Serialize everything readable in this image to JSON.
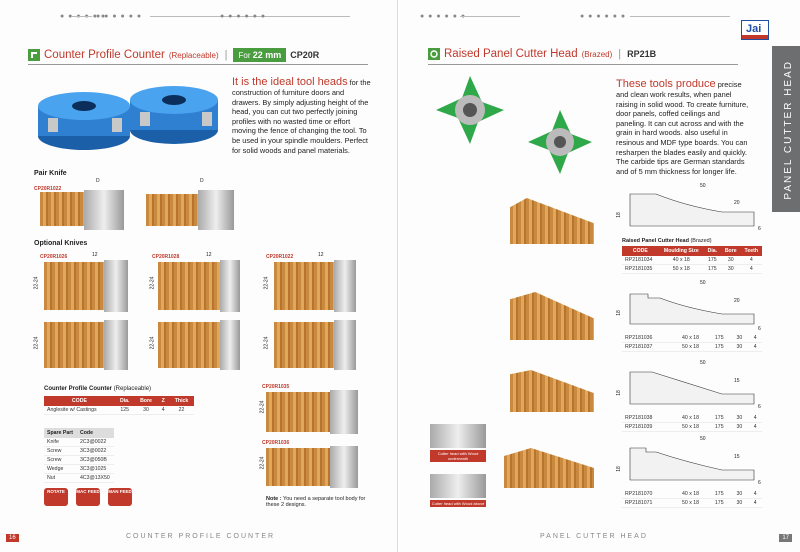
{
  "left": {
    "title": "Counter Profile Counter",
    "title_sub": "(Replaceable)",
    "for_prefix": "For",
    "for_size": "22 mm",
    "code": "CP20R",
    "description_lead": "It is the ideal tool heads",
    "description_rest": " for the construction of furniture doors and drawers. By simply adjusting height of the head, you can cut two perfectly joining profiles with no wasted time or effort moving the fence of changing the tool. To be used in your spindle moulders. Perfect for solid woods and panel materials.",
    "pair_knife_label": "Pair Knife",
    "pair_code": "CP20R1022",
    "optional_label": "Optional Knives",
    "optional_codes": [
      "CP20R1026",
      "CP20R1028",
      "CP20R1022"
    ],
    "extra_codes": [
      "CP20R1035",
      "CP20R1036"
    ],
    "dim_22_24": "22-24",
    "dim_d": "D",
    "dim_12": "12",
    "table_title": "Counter Profile Counter",
    "table_title_sub": "(Replaceable)",
    "table_headers": [
      "CODE",
      "Dia.",
      "Bore",
      "Z",
      "Thick"
    ],
    "table_rows": [
      [
        "Anglesite w/ Castings",
        "125",
        "30",
        "4",
        "22"
      ]
    ],
    "spare_headers": [
      "Spare Part",
      "Code"
    ],
    "spare_rows": [
      [
        "Knife",
        "2C3@0022"
      ],
      [
        "Screw",
        "3C3@0022"
      ],
      [
        "Screw",
        "3C3@050B"
      ],
      [
        "Wedge",
        "3C3@1025"
      ],
      [
        "Nut",
        "4C3@13X50"
      ]
    ],
    "icons": [
      "ROTATE",
      "MAC FEED",
      "MAN FEED"
    ],
    "note_bold": "Note :",
    "note_rest": "You need a separate tool body for these 2 designs.",
    "footer": "COUNTER PROFILE COUNTER",
    "page_no": "16"
  },
  "right": {
    "title": "Raised Panel Cutter Head",
    "title_sub": "(Brazed)",
    "code": "RP21B",
    "description_lead": "These tools produce",
    "description_rest": " precise and clean work results, when panel raising in solid wood. To create furniture, door panels, coffed ceilings and paneling. It can cut across and with the grain in hard woods. also useful in resinous and MDF type boards. You can resharpen the blades easily and quickly. The carbide tips are German standards and of 5 mm thickness for longer life.",
    "side_label": "PANEL CUTTER HEAD",
    "logo": "Jai",
    "table_title": "Raised Panel Cutter Head",
    "table_title_sub": "(Brazed)",
    "table_headers": [
      "CODE",
      "Moulding Size",
      "Dia.",
      "Bore",
      "Teeth"
    ],
    "groups": [
      {
        "rows": [
          [
            "RP2181034",
            "40 x 18",
            "175",
            "30",
            "4"
          ],
          [
            "RP2181035",
            "50 x 18",
            "175",
            "30",
            "4"
          ]
        ],
        "dims": [
          "50",
          "20",
          "18",
          "6"
        ]
      },
      {
        "rows": [
          [
            "RP2181036",
            "40 x 18",
            "175",
            "30",
            "4"
          ],
          [
            "RP2181037",
            "50 x 18",
            "175",
            "30",
            "4"
          ]
        ],
        "dims": [
          "50",
          "20",
          "18",
          "6"
        ]
      },
      {
        "rows": [
          [
            "RP2181038",
            "40 x 18",
            "175",
            "30",
            "4"
          ],
          [
            "RP2181039",
            "50 x 18",
            "175",
            "30",
            "4"
          ]
        ],
        "dims": [
          "50",
          "15",
          "18",
          "6"
        ]
      },
      {
        "rows": [
          [
            "RP2181070",
            "40 x 18",
            "175",
            "30",
            "4"
          ],
          [
            "RP2181071",
            "50 x 18",
            "175",
            "30",
            "4"
          ]
        ],
        "dims": [
          "50",
          "15",
          "18",
          "6"
        ]
      }
    ],
    "cap_under": "Cutter head with Wood underneath",
    "cap_above": "Cutter head with Wood above",
    "footer": "PANEL CUTTER HEAD",
    "page_no": "17"
  }
}
